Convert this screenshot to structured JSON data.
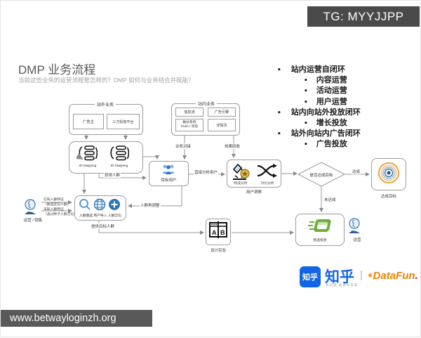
{
  "watermarks": {
    "top_right": "TG: MYYJJPP",
    "bottom_left": "www.betwayloginzh.org"
  },
  "header": {
    "title": "DMP 业务流程",
    "subtitle": "当前这些业务的运营流程是怎样的？DMP 如何与业务结合并赋能？"
  },
  "bullets": {
    "items": [
      {
        "label": "站内运营自闭环",
        "level": 1
      },
      {
        "label": "内容运营",
        "level": 2
      },
      {
        "label": "活动运营",
        "level": 2
      },
      {
        "label": "用户运营",
        "level": 2
      },
      {
        "label": "站内向站外投放闭环",
        "level": 1
      },
      {
        "label": "增长投放",
        "level": 2
      },
      {
        "label": "站外向站内广告闭环",
        "level": 1
      },
      {
        "label": "广告投放",
        "level": 2
      }
    ]
  },
  "flow": {
    "offsite": {
      "title": "站外业务",
      "advertiser": "广告主",
      "third_party": "三方投放平台"
    },
    "id_mapping": {
      "left": "ID Mapping",
      "right": "ID Mapping"
    },
    "onsite": {
      "title": "站内业务",
      "feed": "信息流",
      "ad_engine": "广告引擎",
      "push_line1": "触达系统",
      "push_line2": "Push / 消息",
      "detail": "详情页"
    },
    "edges": {
      "biz_connect": "业务对接",
      "effect_recycle": "效果回收",
      "get_crowd": "获得人群",
      "direct_analyze": "直接分析用户",
      "achieved": "达成",
      "not_achieved": "未达成",
      "provide_crowd": "提供目标人群",
      "crowd_adjust": "人群再调整",
      "known_line1": "已知人群特征",
      "known_line2": "（圈选定向人群）",
      "unknown_line1": "未知人群特征",
      "unknown_line2": "（通过种子人群泛化）"
    },
    "target_users": "目标用户",
    "insight": {
      "composition": "构成分析",
      "comparison": "对比分析",
      "label": "用户洞察"
    },
    "decision": "是否达成目标",
    "goal": "达成目标",
    "deliver": "圈选投放",
    "operator_right": "运营",
    "experiment": "设计实验",
    "ops_sales": "运营 / 销售",
    "crowd_tools": "人群圈选 用户导入 人群泛化"
  },
  "footer": {
    "zhihu_badge": "知乎",
    "zhihu_name": "知乎",
    "zhihu_tagline": "有问题 就会有答案",
    "separator": "|",
    "datafun_mark": "✳",
    "datafun_name": "DataFun",
    "datafun_dot": "."
  },
  "colors": {
    "bar_dark": "#4a4a4a",
    "accent_blue": "#2e75b6",
    "zhihu_blue": "#1266e6",
    "datafun_orange": "#ef8200",
    "green": "#6fae3f",
    "target_orange": "#e8a33d"
  }
}
